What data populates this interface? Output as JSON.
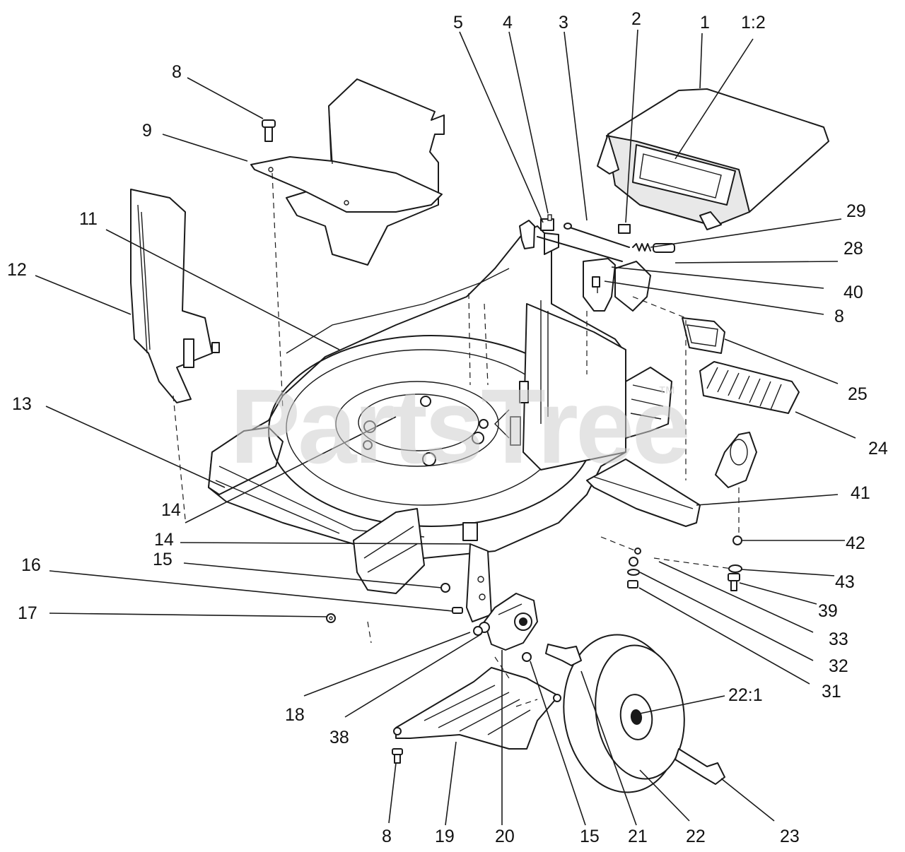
{
  "watermark": {
    "text": "PartsTree",
    "trademark": "™"
  },
  "callouts": {
    "c1": "1",
    "c1_2": "1:2",
    "c2": "2",
    "c3": "3",
    "c4": "4",
    "c5": "5",
    "c8a": "8",
    "c8b": "8",
    "c8c": "8",
    "c9": "9",
    "c11": "11",
    "c12": "12",
    "c13": "13",
    "c14a": "14",
    "c14b": "14",
    "c15a": "15",
    "c15b": "15",
    "c16": "16",
    "c17": "17",
    "c18": "18",
    "c19": "19",
    "c20": "20",
    "c21": "21",
    "c22": "22",
    "c22_1": "22:1",
    "c23": "23",
    "c24": "24",
    "c25": "25",
    "c28": "28",
    "c29": "29",
    "c31": "31",
    "c32": "32",
    "c33": "33",
    "c38": "38",
    "c39": "39",
    "c40": "40",
    "c41": "41",
    "c42": "42",
    "c43": "43"
  }
}
